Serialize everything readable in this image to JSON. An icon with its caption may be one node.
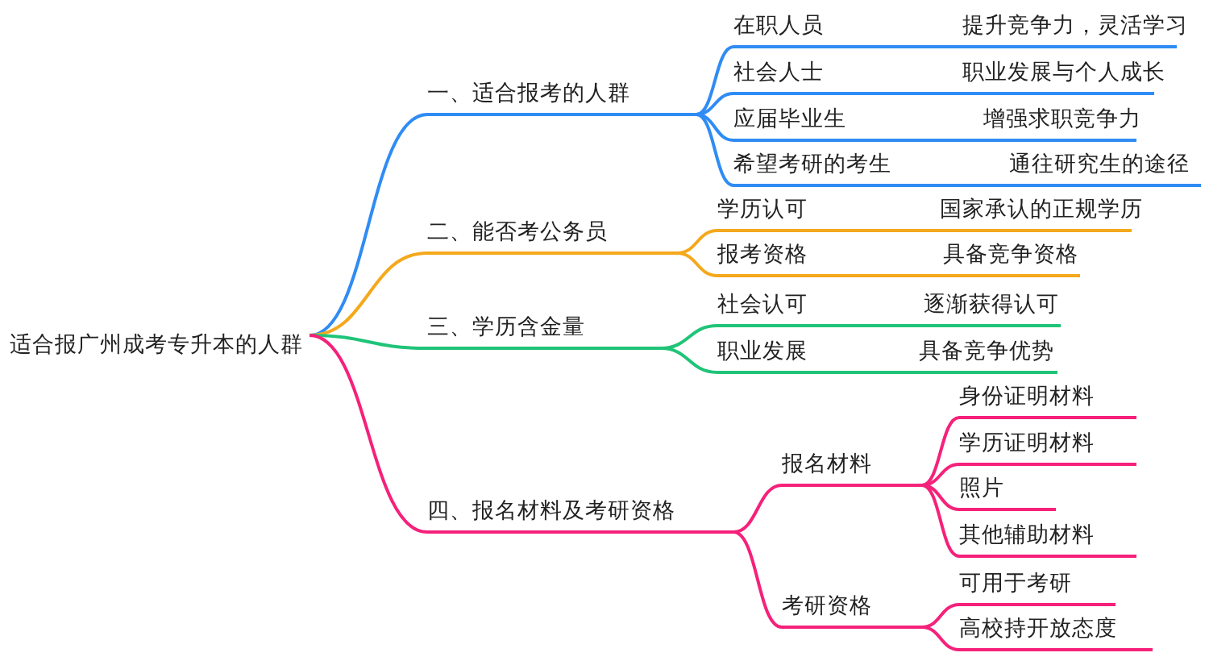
{
  "diagram": {
    "nodes": [
      {
        "text": [
          "适合报广州成考专升本的人群"
        ]
      },
      {
        "text": [
          "一、适合报考的人群"
        ]
      },
      {
        "text": [
          "在职人员",
          "提升竞争力，灵活学习"
        ]
      },
      {
        "text": [
          "社会人士",
          "职业发展与个人成长"
        ]
      },
      {
        "text": [
          "应届毕业生",
          "增强求职竞争力"
        ]
      },
      {
        "text": [
          "希望考研的考生",
          "通往研究生的途径"
        ]
      },
      {
        "text": [
          "二、能否考公务员"
        ]
      },
      {
        "text": [
          "学历认可",
          "国家承认的正规学历"
        ]
      },
      {
        "text": [
          "报考资格",
          "具备竞争资格"
        ]
      },
      {
        "text": [
          "三、学历含金量"
        ]
      },
      {
        "text": [
          "社会认可",
          "逐渐获得认可"
        ]
      },
      {
        "text": [
          "职业发展",
          "具备竞争优势"
        ]
      },
      {
        "text": [
          "四、报名材料及考研资格"
        ]
      },
      {
        "text": [
          "报名材料"
        ]
      },
      {
        "text": [
          "身份证明材料"
        ]
      },
      {
        "text": [
          "学历证明材料"
        ]
      },
      {
        "text": [
          "照片"
        ]
      },
      {
        "text": [
          "其他辅助材料"
        ]
      },
      {
        "text": [
          "考研资格"
        ]
      },
      {
        "text": [
          "可用于考研"
        ]
      },
      {
        "text": [
          "高校持开放态度"
        ]
      }
    ],
    "edges": [
      {
        "from": 0,
        "to": 1,
        "arrow": "none",
        "color": "#2f8cf4"
      },
      {
        "from": 1,
        "to": 2,
        "arrow": "none",
        "color": "#2f8cf4"
      },
      {
        "from": 1,
        "to": 3,
        "arrow": "none",
        "color": "#2f8cf4"
      },
      {
        "from": 1,
        "to": 4,
        "arrow": "none",
        "color": "#2f8cf4"
      },
      {
        "from": 1,
        "to": 5,
        "arrow": "none",
        "color": "#2f8cf4"
      },
      {
        "from": 0,
        "to": 6,
        "arrow": "none",
        "color": "#f4a81c"
      },
      {
        "from": 6,
        "to": 7,
        "arrow": "none",
        "color": "#f4a81c"
      },
      {
        "from": 6,
        "to": 8,
        "arrow": "none",
        "color": "#f4a81c"
      },
      {
        "from": 0,
        "to": 9,
        "arrow": "none",
        "color": "#1fc478"
      },
      {
        "from": 9,
        "to": 10,
        "arrow": "none",
        "color": "#1fc478"
      },
      {
        "from": 9,
        "to": 11,
        "arrow": "none",
        "color": "#1fc478"
      },
      {
        "from": 0,
        "to": 12,
        "arrow": "none"
      },
      {
        "from": 12,
        "to": 13,
        "arrow": "none"
      },
      {
        "from": 13,
        "to": 14,
        "arrow": "none"
      },
      {
        "from": 13,
        "to": 15,
        "arrow": "none"
      },
      {
        "from": 13,
        "to": 16,
        "arrow": "none"
      },
      {
        "from": 13,
        "to": 17,
        "arrow": "none"
      },
      {
        "from": 12,
        "to": 18,
        "arrow": "none"
      },
      {
        "from": 18,
        "to": 19,
        "arrow": "none"
      },
      {
        "from": 18,
        "to": 20,
        "arrow": "none"
      }
    ]
  }
}
